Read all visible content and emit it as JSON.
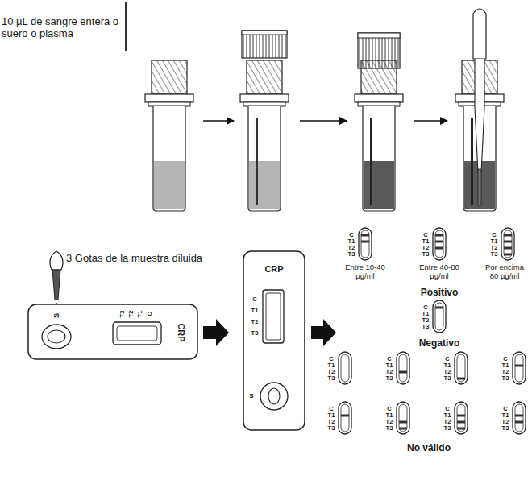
{
  "diagram": {
    "labels": [
      "10 µL de sangre entera o suero o plasma",
      "3 Gotas de la muestra diluida",
      "S",
      "T3",
      "T2",
      "T1",
      "C",
      "CRP",
      "CRP",
      "C",
      "T1",
      "T2",
      "T3",
      "S",
      "C",
      "T1",
      "T2",
      "T3",
      "C",
      "T1",
      "T2",
      "T3",
      "C",
      "T1",
      "T2",
      "T3",
      "Entre 10-40 µg/ml",
      "Entre 40-80 µg/ml",
      "Por encima 80 µg/ml",
      "Positivo",
      "C",
      "T1",
      "T2",
      "T3",
      "Negativo",
      "C",
      "T1",
      "T2",
      "T3",
      "C",
      "T1",
      "T2",
      "T3",
      "C",
      "T1",
      "T2",
      "T3",
      "C",
      "T1",
      "T2",
      "T3",
      "C",
      "T1",
      "T2",
      "T3",
      "C",
      "T1",
      "T2",
      "T3",
      "C",
      "T1",
      "T2",
      "T3",
      "C",
      "T1",
      "T2",
      "T3",
      "No válido"
    ]
  }
}
